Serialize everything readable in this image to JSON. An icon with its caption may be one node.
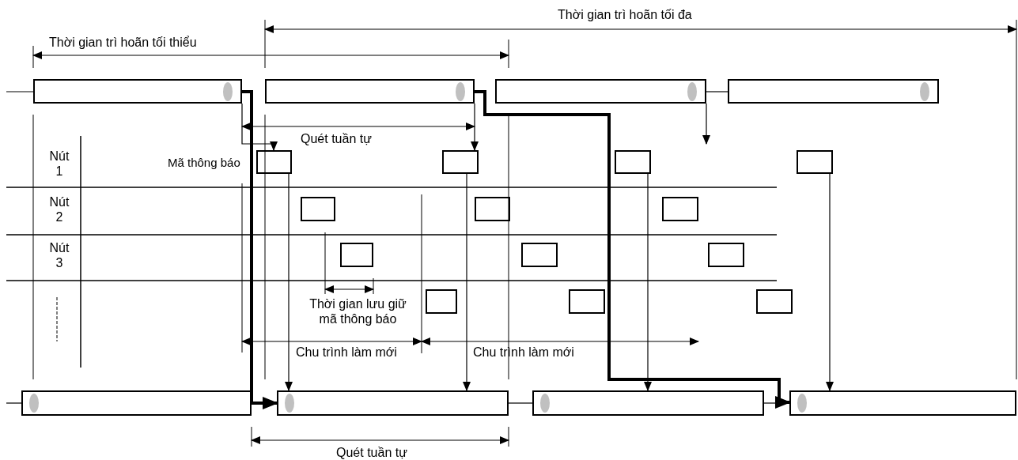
{
  "diagram": {
    "nodes": [
      {
        "text": [],
        "shape": "bar"
      },
      {
        "text": [],
        "shape": "bar"
      },
      {
        "text": [],
        "shape": "bar"
      },
      {
        "text": [],
        "shape": "bar"
      },
      {
        "text": [],
        "shape": "box"
      },
      {
        "text": [],
        "shape": "box"
      },
      {
        "text": [],
        "shape": "box"
      },
      {
        "text": [],
        "shape": "box"
      },
      {
        "text": [],
        "shape": "box"
      },
      {
        "text": [],
        "shape": "box"
      },
      {
        "text": [],
        "shape": "box"
      },
      {
        "text": [],
        "shape": "box"
      },
      {
        "text": [],
        "shape": "box"
      },
      {
        "text": [],
        "shape": "box"
      },
      {
        "text": [],
        "shape": "box"
      },
      {
        "text": [],
        "shape": "box"
      },
      {
        "text": [],
        "shape": "box"
      },
      {
        "text": [],
        "shape": "bar"
      },
      {
        "text": [],
        "shape": "bar"
      },
      {
        "text": [],
        "shape": "bar"
      },
      {
        "text": [],
        "shape": "bar"
      }
    ],
    "edges": [
      {
        "from": 0,
        "to": 4,
        "arrow": "to"
      },
      {
        "from": 1,
        "to": 5,
        "arrow": "to"
      },
      {
        "from": 2,
        "to": null,
        "arrow": "to"
      },
      {
        "from": 4,
        "to": 18,
        "arrow": "to"
      },
      {
        "from": 5,
        "to": 18,
        "arrow": "to"
      },
      {
        "from": 6,
        "to": 19,
        "arrow": "to"
      },
      {
        "from": 7,
        "to": 20,
        "arrow": "to"
      },
      {
        "from": 0,
        "to": 18,
        "arrow": "to",
        "style": "thick"
      },
      {
        "from": 1,
        "to": 20,
        "arrow": "to",
        "style": "thick"
      },
      {
        "from": 2,
        "to": 3,
        "arrow": "none"
      },
      {
        "from": 18,
        "to": 19,
        "arrow": "none"
      },
      {
        "from": 19,
        "to": 20,
        "arrow": "none"
      },
      {
        "from": null,
        "to": 0,
        "arrow": "none"
      },
      {
        "from": null,
        "to": 17,
        "arrow": "none"
      }
    ],
    "labels": [
      "Thời gian trì hoãn tối đa",
      "Thời gian trì hoãn tối thiểu",
      "Quét tuần tự",
      "Nút 1",
      "Mã thông báo",
      "Nút 2",
      "Nút 3",
      "Thời gian lưu giữ mã thông báo",
      "Chu trình làm mới",
      "Chu trình làm mới",
      "Quét tuần tự"
    ]
  }
}
